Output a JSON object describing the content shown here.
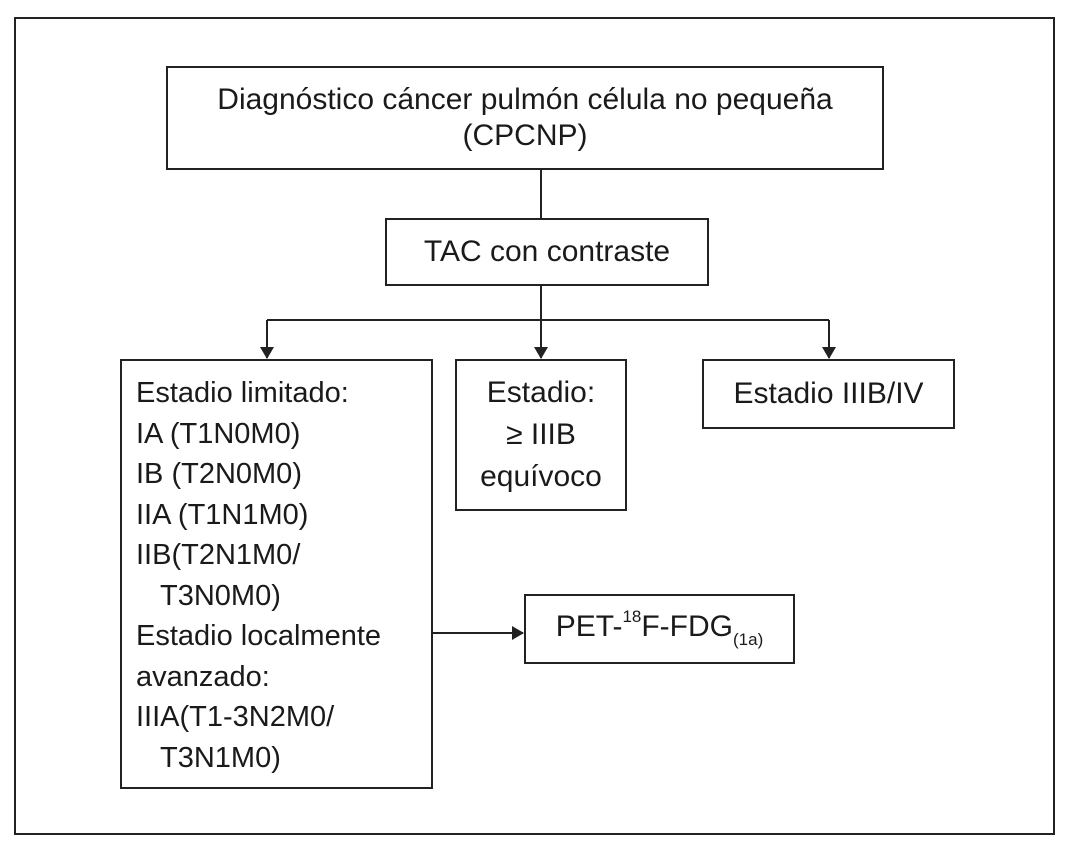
{
  "diagnosis": {
    "line1": "Diagnóstico cáncer pulmón célula no pequeña",
    "line2": "(CPCNP)"
  },
  "tac": {
    "label": "TAC con contraste"
  },
  "limited_stage": {
    "lines": [
      "Estadio limitado:",
      "IA (T1N0M0)",
      "IB (T2N0M0)",
      "IIA (T1N1M0)",
      "IIB(T2N1M0/",
      "T3N0M0)",
      "Estadio localmente",
      "avanzado:",
      "IIIA(T1-3N2M0/",
      "T3N1M0)"
    ]
  },
  "equivocal_stage": {
    "line1": "Estadio:",
    "line2": "≥ IIIB",
    "line3": "equívoco"
  },
  "advanced_stage": {
    "label": "Estadio IIIB/IV"
  },
  "pet": {
    "prefix": "PET-",
    "superscript": "18",
    "main": "F-FDG",
    "subscript": "(1a)"
  }
}
